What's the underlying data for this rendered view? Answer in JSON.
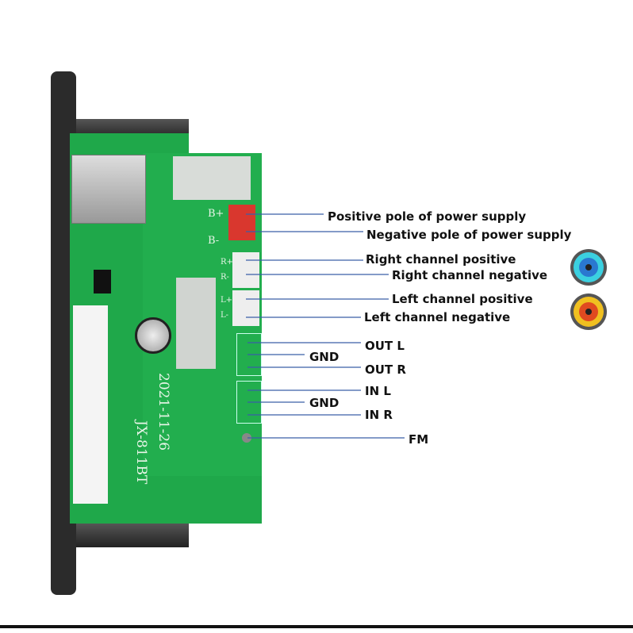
{
  "board": {
    "model": "JX-811BT",
    "date": "2021-11-26",
    "silk": {
      "b_plus": "B+",
      "b_minus": "B-",
      "r_plus": "R+",
      "r_minus": "R-",
      "l_plus": "L+",
      "l_minus": "L-"
    }
  },
  "labels": {
    "pos_power": "Positive pole of power supply",
    "neg_power": "Negative pole of power supply",
    "right_pos": "Right channel positive",
    "right_neg": "Right channel negative",
    "left_pos": "Left channel positive",
    "left_neg": "Left channel negative",
    "out_l": "OUT L",
    "gnd1": "GND",
    "out_r": "OUT R",
    "in_l": "IN L",
    "gnd2": "GND",
    "in_r": "IN R",
    "fm": "FM"
  },
  "colors": {
    "pcb": "#1fa84a",
    "line": "#3a5fa8",
    "bezel": "#2b2b2b",
    "connector_red": "#d9372e"
  },
  "icons": [
    "speaker-blue-icon",
    "speaker-orange-icon"
  ]
}
